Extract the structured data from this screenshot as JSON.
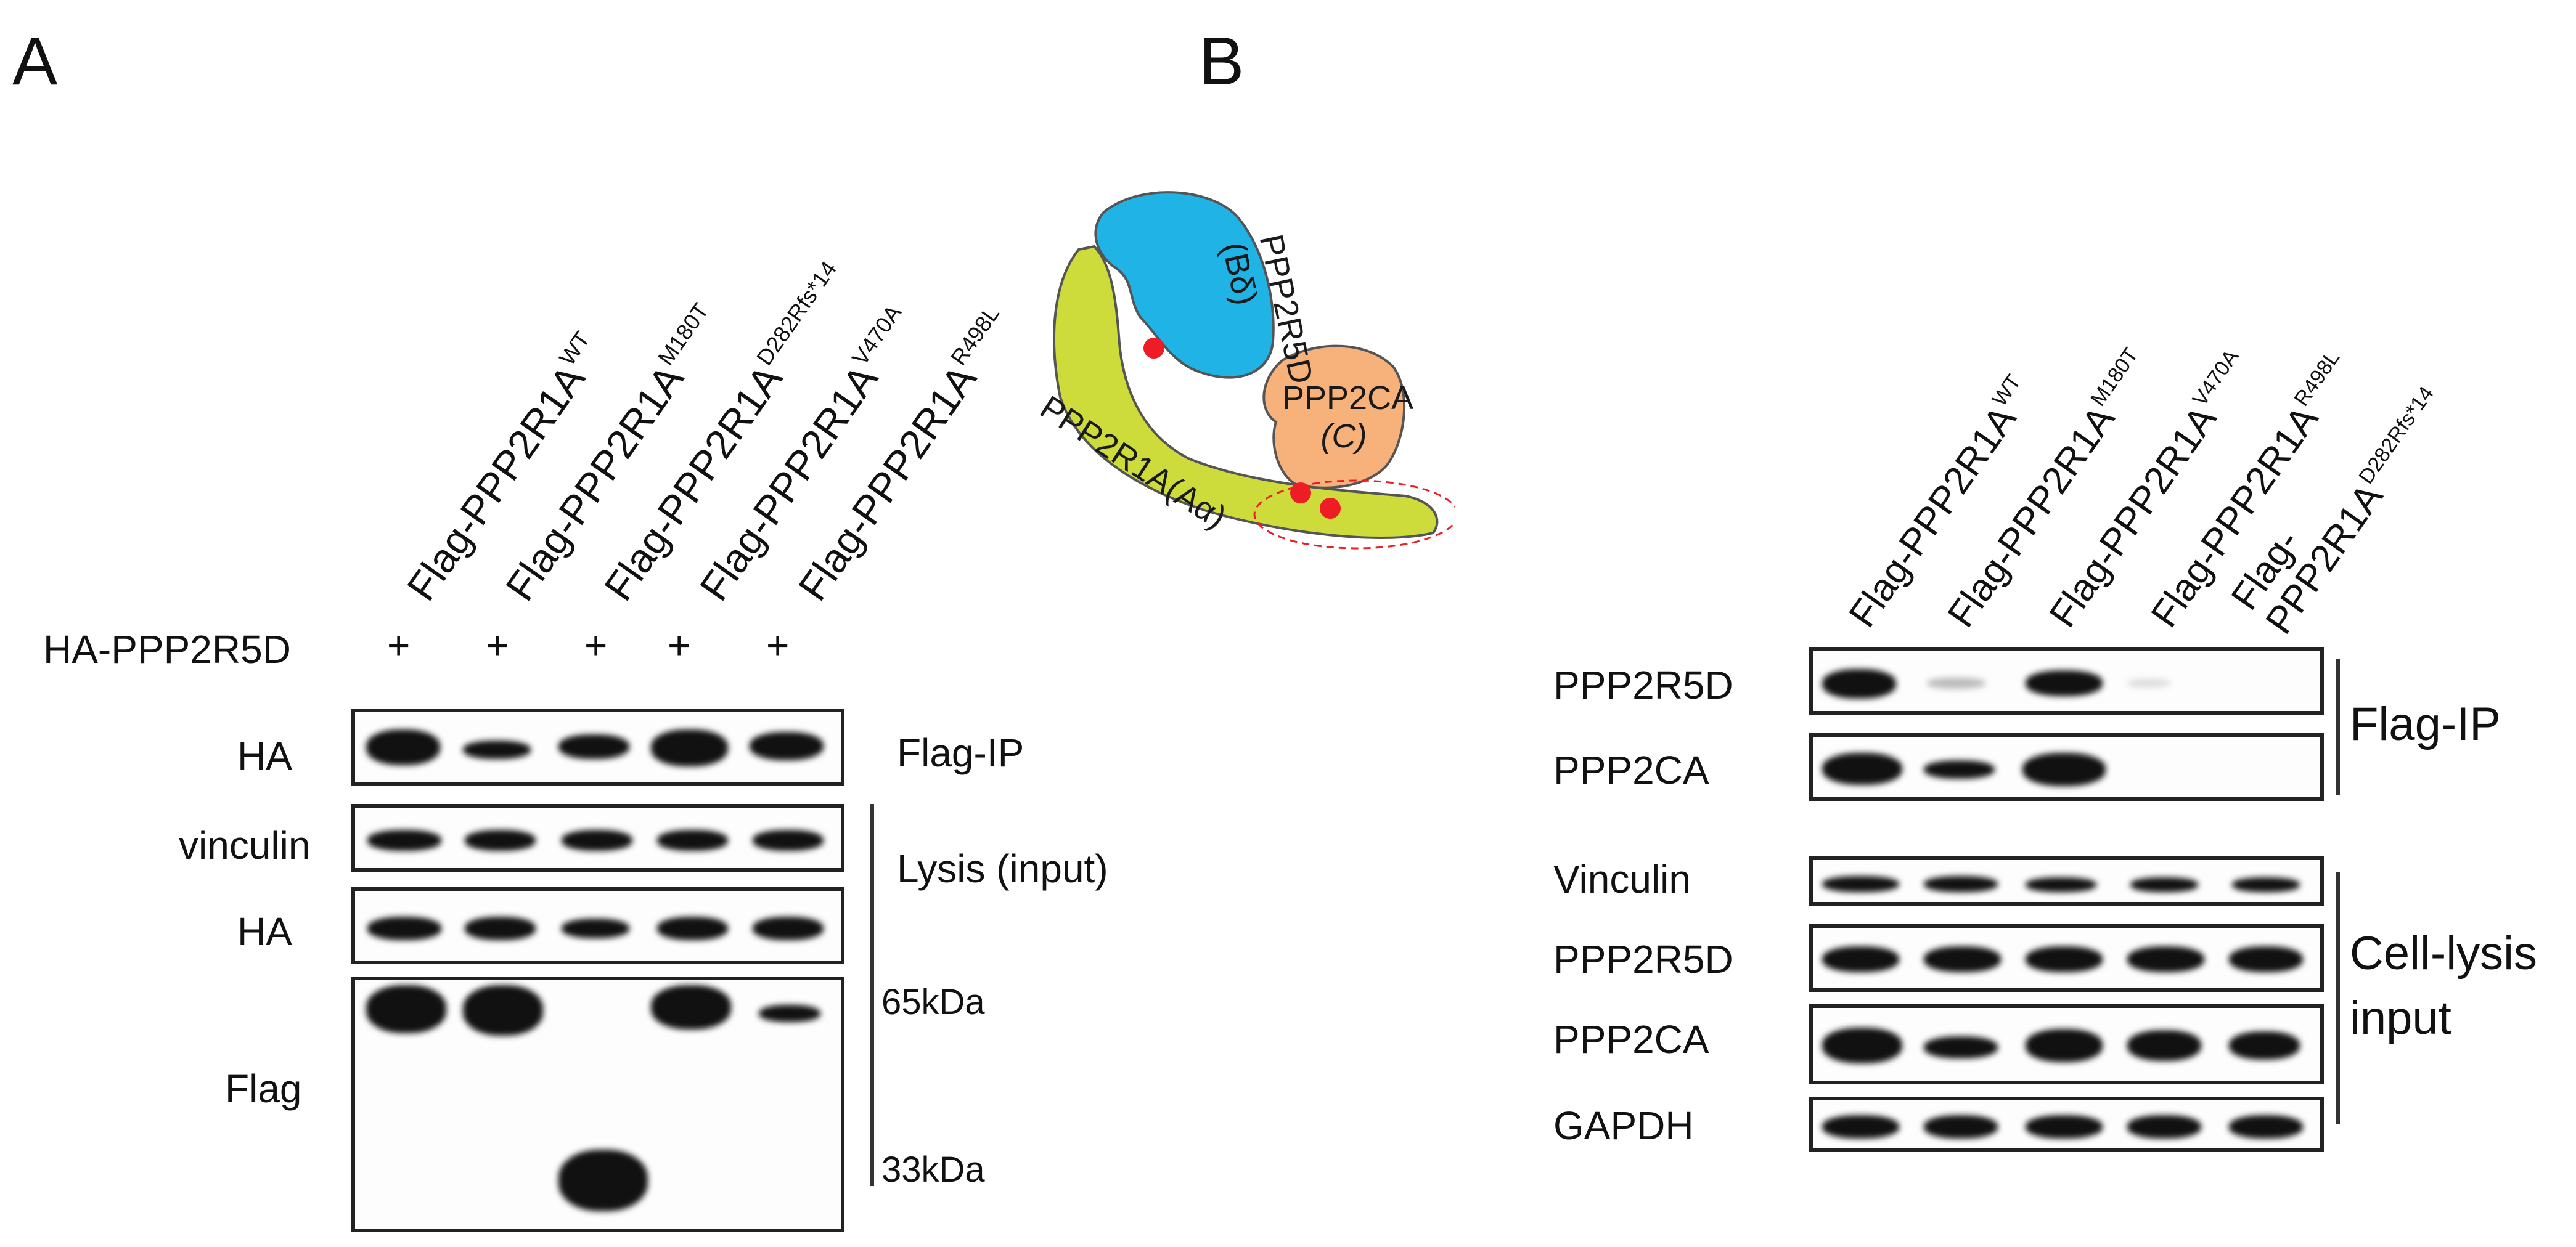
{
  "panelA": {
    "letter": "A",
    "lanes": [
      {
        "base": "Flag-PPP2R1A",
        "sup": "WT"
      },
      {
        "base": "Flag-PPP2R1A",
        "sup": "M180T"
      },
      {
        "base": "Flag-PPP2R1A",
        "sup": "D282Rfs*14"
      },
      {
        "base": "Flag-PPP2R1A",
        "sup": "V470A"
      },
      {
        "base": "Flag-PPP2R1A",
        "sup": "R498L"
      }
    ],
    "transfection_label": "HA-PPP2R5D",
    "plus_signs": [
      "+",
      "+",
      "+",
      "+",
      "+"
    ],
    "rows": {
      "ha_ip": "HA",
      "vinculin": "vinculin",
      "ha_input": "HA",
      "flag": "Flag"
    },
    "group_labels": {
      "ip": "Flag-IP",
      "input": "Lysis (input)"
    },
    "markers": {
      "high": "65kDa",
      "low": "33kDa"
    }
  },
  "diagram": {
    "b_subunit": {
      "name": "PPP2R5D",
      "sub": "(Bδ)",
      "color": "#1fb3e6"
    },
    "a_subunit": {
      "name": "PPP2R1A",
      "sub": "(Aα)",
      "color": "#cddc3a"
    },
    "c_subunit": {
      "name": "PPP2CA",
      "sub": "(C)",
      "color": "#f6b27a"
    },
    "mutation_color": "#ee1c25"
  },
  "panelB": {
    "letter": "B",
    "lanes": [
      {
        "base": "Flag-PPP2R1A",
        "sup": "WT"
      },
      {
        "base": "Flag-PPP2R1A",
        "sup": "M180T"
      },
      {
        "base": "Flag-PPP2R1A",
        "sup": "V470A"
      },
      {
        "base": "Flag-PPP2R1A",
        "sup": "R498L"
      },
      {
        "base": "Flag-",
        "line2": "PPP2R1A",
        "sup": "D282Rfs*14"
      }
    ],
    "rows": {
      "ppp2r5d_ip": "PPP2R5D",
      "ppp2ca_ip": "PPP2CA",
      "vinculin": "Vinculin",
      "ppp2r5d_input": "PPP2R5D",
      "ppp2ca_input": "PPP2CA",
      "gapdh": "GAPDH"
    },
    "group_labels": {
      "ip": "Flag-IP",
      "input_line1": "Cell-lysis",
      "input_line2": "input"
    }
  }
}
